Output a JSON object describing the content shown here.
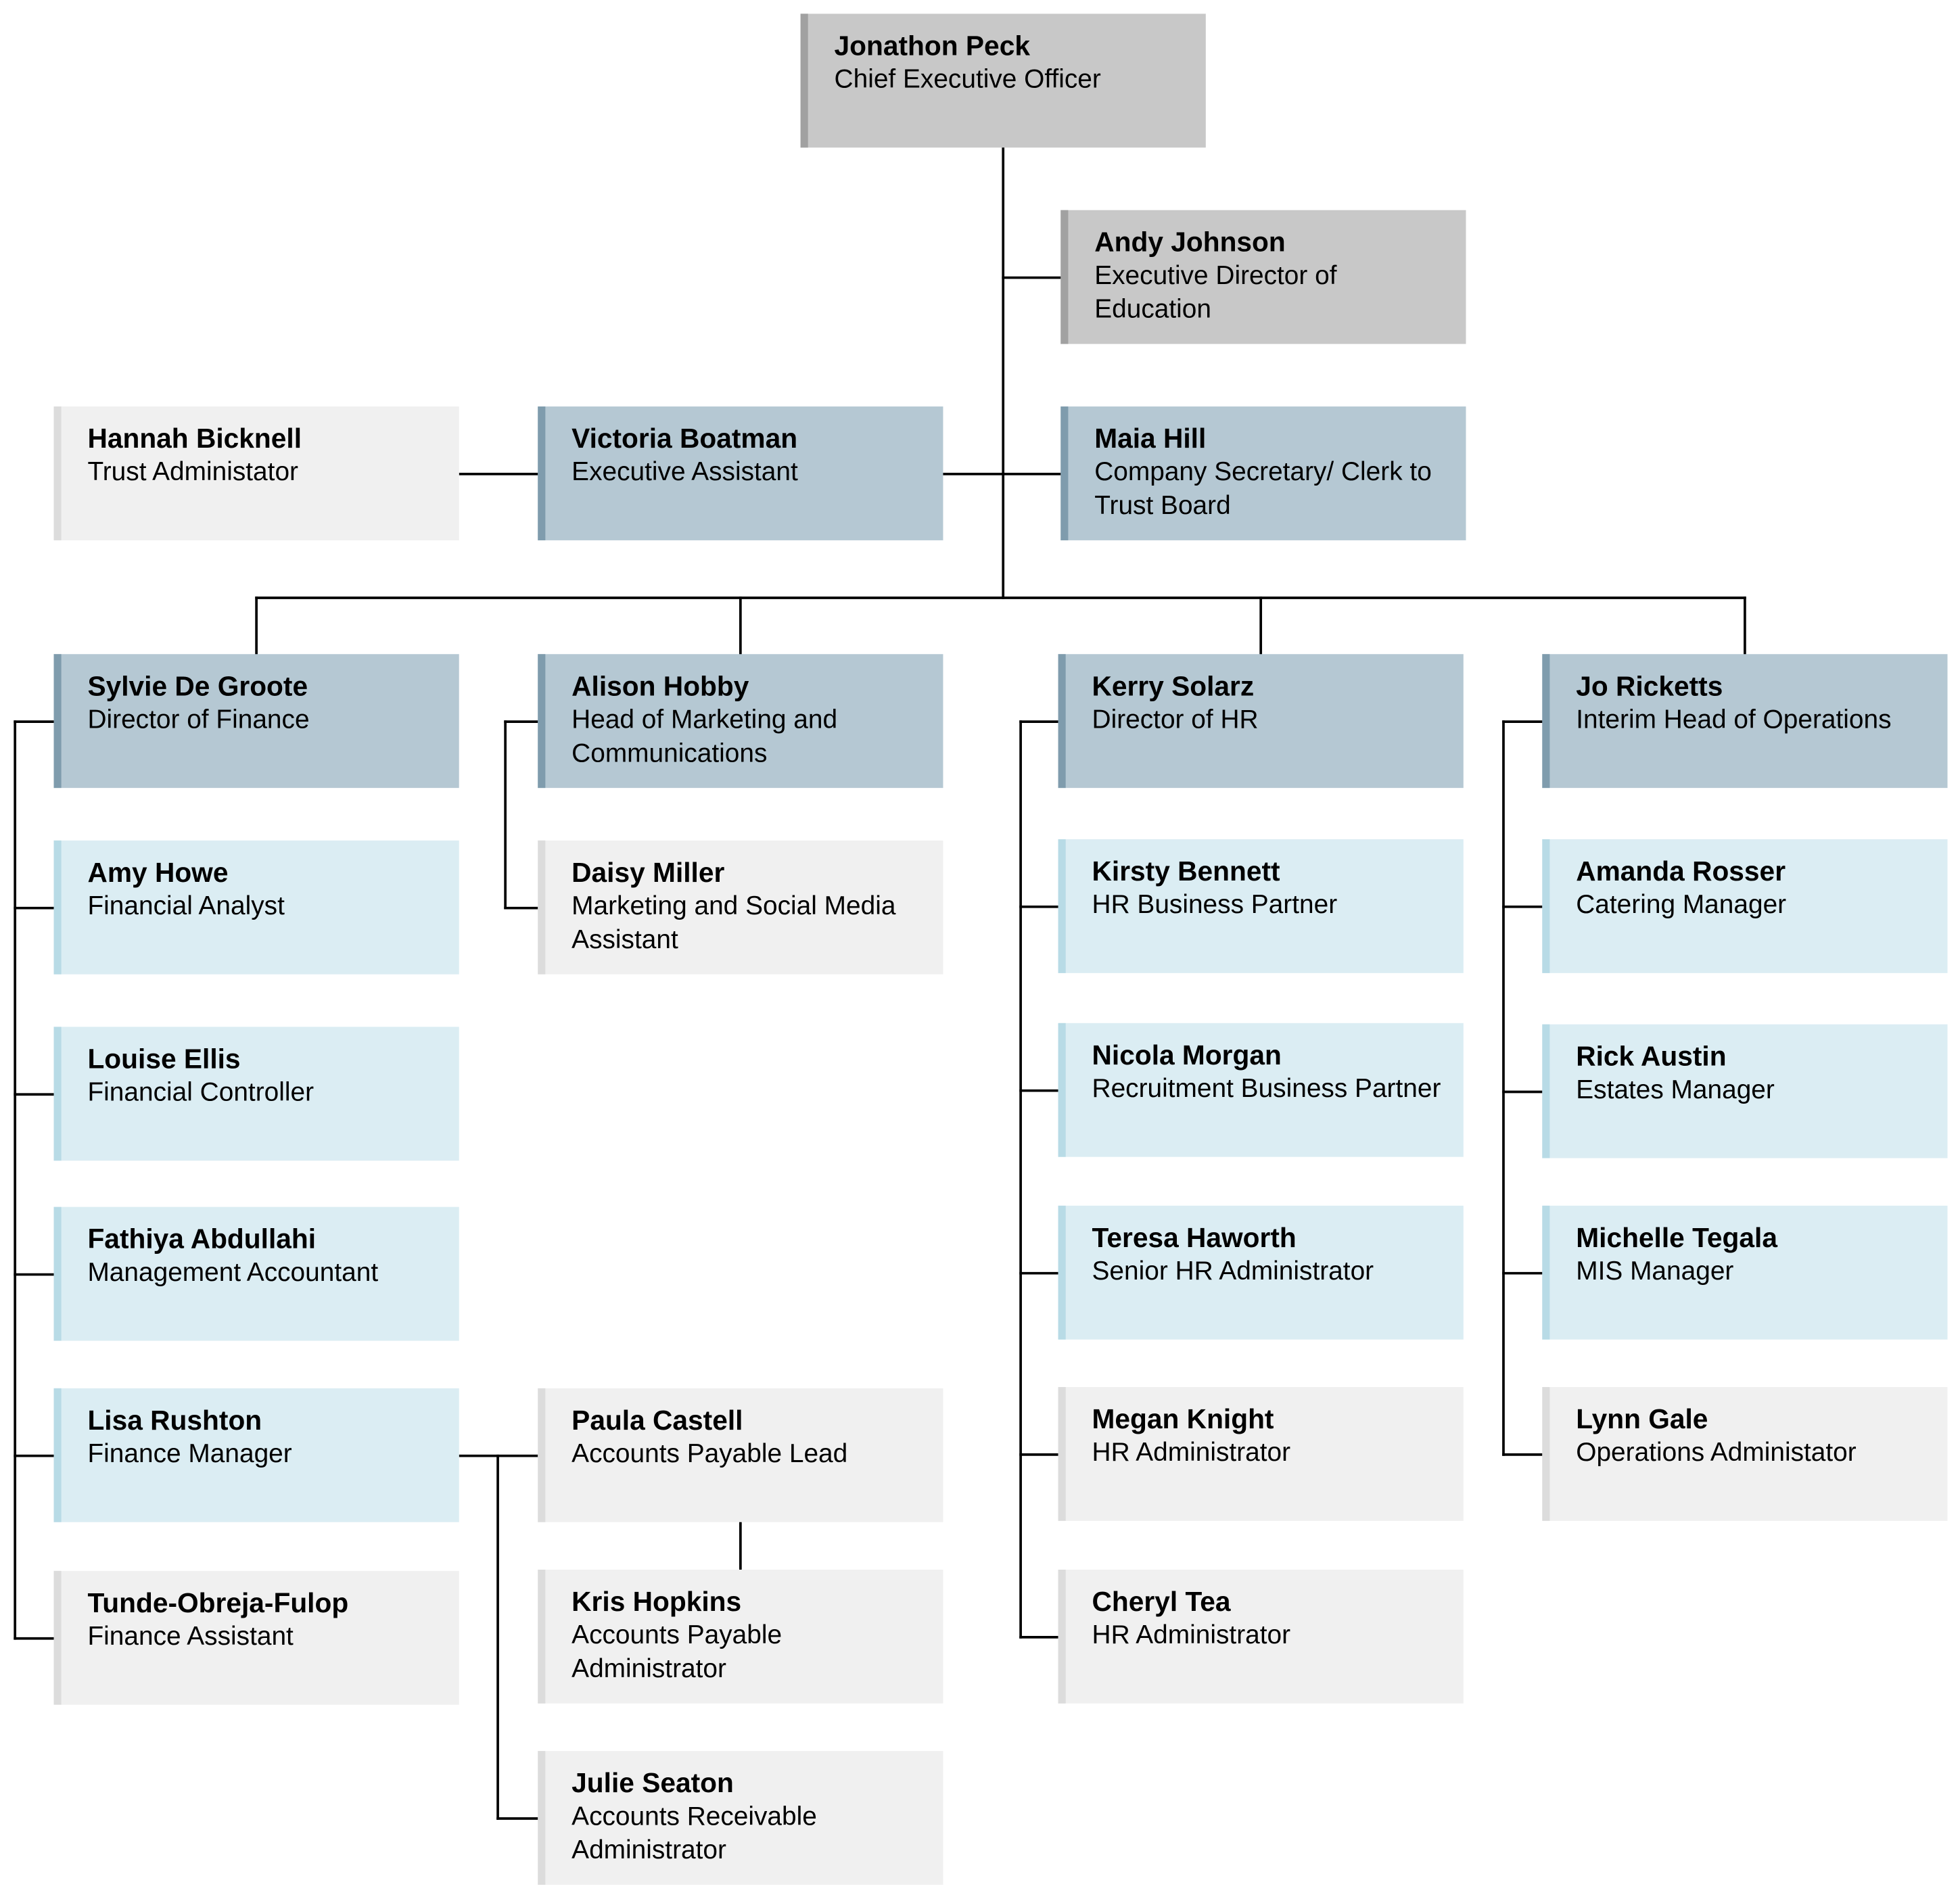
{
  "nodes": [
    {
      "id": "peck",
      "name": "Jonathon Peck",
      "title": "Chief Executive Officer",
      "tone": "gray"
    },
    {
      "id": "johnson",
      "name": "Andy Johnson",
      "title": "Executive Director of Education",
      "tone": "gray"
    },
    {
      "id": "bicknell",
      "name": "Hannah Bicknell",
      "title": "Trust Administator",
      "tone": "pale"
    },
    {
      "id": "boatman",
      "name": "Victoria Boatman",
      "title": "Executive Assistant",
      "tone": "steel"
    },
    {
      "id": "hill",
      "name": "Maia Hill",
      "title": "Company Secretary/ Clerk to Trust Board",
      "tone": "steel"
    },
    {
      "id": "degroote",
      "name": "Sylvie De Groote",
      "title": "Director of Finance",
      "tone": "steel"
    },
    {
      "id": "hobby",
      "name": "Alison Hobby",
      "title": "Head of Marketing and Communications",
      "tone": "steel"
    },
    {
      "id": "solarz",
      "name": "Kerry Solarz",
      "title": "Director of HR",
      "tone": "steel"
    },
    {
      "id": "ricketts",
      "name": "Jo Ricketts",
      "title": "Interim Head of Operations",
      "tone": "steel"
    },
    {
      "id": "howe",
      "name": "Amy Howe",
      "title": "Financial Analyst",
      "tone": "light"
    },
    {
      "id": "ellis",
      "name": "Louise Ellis",
      "title": "Financial Controller",
      "tone": "light"
    },
    {
      "id": "abdullahi",
      "name": "Fathiya Abdullahi",
      "title": "Management Accountant",
      "tone": "light"
    },
    {
      "id": "rushton",
      "name": "Lisa Rushton",
      "title": "Finance Manager",
      "tone": "light"
    },
    {
      "id": "tunde",
      "name": "Tunde-Obreja-Fulop",
      "title": "Finance Assistant",
      "tone": "pale"
    },
    {
      "id": "miller",
      "name": "Daisy Miller",
      "title": "Marketing and Social Media Assistant",
      "tone": "pale"
    },
    {
      "id": "castell",
      "name": "Paula Castell",
      "title": "Accounts Payable Lead",
      "tone": "pale"
    },
    {
      "id": "hopkins",
      "name": "Kris Hopkins",
      "title": "Accounts Payable Administrator",
      "tone": "pale"
    },
    {
      "id": "seaton",
      "name": "Julie Seaton",
      "title": "Accounts Receivable Administrator",
      "tone": "pale"
    },
    {
      "id": "bennett",
      "name": "Kirsty Bennett",
      "title": "HR Business Partner",
      "tone": "light"
    },
    {
      "id": "morgan",
      "name": "Nicola Morgan",
      "title": "Recruitment Business Partner",
      "tone": "light"
    },
    {
      "id": "haworth",
      "name": "Teresa Haworth",
      "title": "Senior HR Administrator",
      "tone": "light"
    },
    {
      "id": "knight",
      "name": "Megan Knight",
      "title": "HR Administrator",
      "tone": "pale"
    },
    {
      "id": "tea",
      "name": "Cheryl Tea",
      "title": "HR Administrator",
      "tone": "pale"
    },
    {
      "id": "rosser",
      "name": "Amanda Rosser",
      "title": "Catering Manager",
      "tone": "light"
    },
    {
      "id": "austin",
      "name": "Rick Austin",
      "title": "Estates Manager",
      "tone": "light"
    },
    {
      "id": "tegala",
      "name": "Michelle Tegala",
      "title": "MIS Manager",
      "tone": "light"
    },
    {
      "id": "gale",
      "name": "Lynn Gale",
      "title": "Operations Administator",
      "tone": "pale"
    }
  ],
  "reporting_lines": [
    {
      "from": "peck",
      "to": "johnson"
    },
    {
      "from": "peck",
      "to": "hill"
    },
    {
      "from": "peck",
      "to": "boatman"
    },
    {
      "from": "boatman",
      "to": "bicknell"
    },
    {
      "from": "peck",
      "to": "degroote"
    },
    {
      "from": "peck",
      "to": "hobby"
    },
    {
      "from": "peck",
      "to": "solarz"
    },
    {
      "from": "peck",
      "to": "ricketts"
    },
    {
      "from": "degroote",
      "to": "howe"
    },
    {
      "from": "degroote",
      "to": "ellis"
    },
    {
      "from": "degroote",
      "to": "abdullahi"
    },
    {
      "from": "degroote",
      "to": "rushton"
    },
    {
      "from": "degroote",
      "to": "tunde"
    },
    {
      "from": "hobby",
      "to": "miller"
    },
    {
      "from": "rushton",
      "to": "castell"
    },
    {
      "from": "rushton",
      "to": "seaton"
    },
    {
      "from": "castell",
      "to": "hopkins"
    },
    {
      "from": "solarz",
      "to": "bennett"
    },
    {
      "from": "solarz",
      "to": "morgan"
    },
    {
      "from": "solarz",
      "to": "haworth"
    },
    {
      "from": "solarz",
      "to": "knight"
    },
    {
      "from": "solarz",
      "to": "tea"
    },
    {
      "from": "ricketts",
      "to": "rosser"
    },
    {
      "from": "ricketts",
      "to": "austin"
    },
    {
      "from": "ricketts",
      "to": "tegala"
    },
    {
      "from": "ricketts",
      "to": "gale"
    }
  ]
}
